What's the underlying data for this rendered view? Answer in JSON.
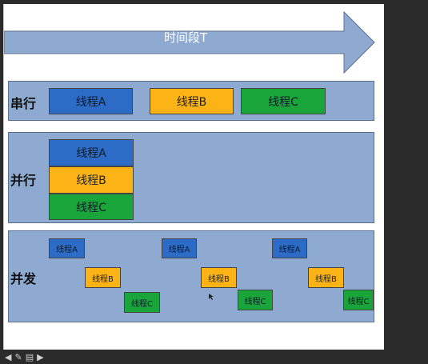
{
  "arrow": {
    "label": "时间段T"
  },
  "serial": {
    "label": "串行",
    "threads": [
      "线程A",
      "线程B",
      "线程C"
    ]
  },
  "parallel": {
    "label": "并行",
    "threads": [
      "线程A",
      "线程B",
      "线程C"
    ]
  },
  "concurrent": {
    "label": "并发",
    "threads": [
      "线程A",
      "线程A",
      "线程A",
      "线程B",
      "线程B",
      "线程B",
      "线程C",
      "线程C",
      "线程C"
    ]
  },
  "colors": {
    "panel": "#8eaad0",
    "arrow": "#8eaad0",
    "thread_a": "#2c6cc7",
    "thread_b": "#fbb316",
    "thread_c": "#1aa53a"
  },
  "toolbar": {
    "icons": [
      "arrow-left-icon",
      "pen-icon",
      "menu-icon",
      "arrow-right-icon"
    ]
  }
}
